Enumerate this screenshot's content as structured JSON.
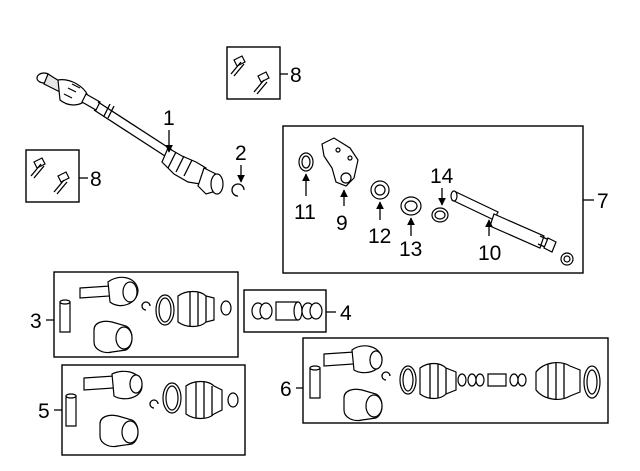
{
  "callouts": {
    "c1": "1",
    "c2": "2",
    "c3": "3",
    "c4": "4",
    "c5": "5",
    "c6": "6",
    "c7": "7",
    "c8_top": "8",
    "c8_left": "8",
    "c9": "9",
    "c10": "10",
    "c11": "11",
    "c12": "12",
    "c13": "13",
    "c14": "14"
  }
}
